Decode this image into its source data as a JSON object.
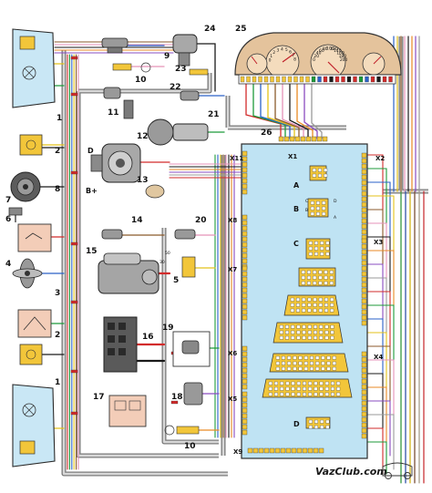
{
  "diagram": {
    "components": [
      {
        "id": "c1a",
        "num": "1"
      },
      {
        "id": "c1b",
        "num": "1"
      },
      {
        "id": "c2a",
        "num": "2"
      },
      {
        "id": "c2b",
        "num": "2"
      },
      {
        "id": "c3",
        "num": "3"
      },
      {
        "id": "c4",
        "num": "4"
      },
      {
        "id": "c5",
        "num": "5"
      },
      {
        "id": "c6",
        "num": "6"
      },
      {
        "id": "c7",
        "num": "7"
      },
      {
        "id": "c8",
        "num": "8"
      },
      {
        "id": "c9",
        "num": "9"
      },
      {
        "id": "c10a",
        "num": "10"
      },
      {
        "id": "c10b",
        "num": "10"
      },
      {
        "id": "c11",
        "num": "11"
      },
      {
        "id": "c12",
        "num": "12"
      },
      {
        "id": "c13",
        "num": "13"
      },
      {
        "id": "c14",
        "num": "14"
      },
      {
        "id": "c15",
        "num": "15"
      },
      {
        "id": "c16",
        "num": "16"
      },
      {
        "id": "c17",
        "num": "17"
      },
      {
        "id": "c18",
        "num": "18"
      },
      {
        "id": "c19",
        "num": "19"
      },
      {
        "id": "c20",
        "num": "20"
      },
      {
        "id": "c21",
        "num": "21"
      },
      {
        "id": "c22",
        "num": "22"
      },
      {
        "id": "c23",
        "num": "23"
      },
      {
        "id": "c24",
        "num": "24"
      },
      {
        "id": "c25",
        "num": "25"
      },
      {
        "id": "c26",
        "num": "26"
      }
    ],
    "terminal_labels": {
      "D": "D",
      "Bplus": "B+",
      "B30": "30",
      "B50": "50"
    },
    "connectors": {
      "X1": "X1",
      "X2": "X2",
      "X3": "X3",
      "X4": "X4",
      "X5": "X5",
      "X6": "X6",
      "X7": "X7",
      "X8": "X8",
      "X9": "X9",
      "X11": "X11"
    },
    "block_letters": {
      "A": "A",
      "B": "B",
      "C": "C",
      "D": "D",
      "C_s": "C",
      "B_s": "B",
      "D_s": "D",
      "A_s": "A"
    },
    "watermark": "VazClub.com",
    "cluster_scale_speed": [
      "0",
      "20",
      "40",
      "60",
      "80",
      "100",
      "120",
      "140",
      "160",
      "180",
      "200"
    ],
    "cluster_scale_tacho": [
      "0",
      "1",
      "2",
      "3",
      "4",
      "5",
      "6",
      "7",
      "8"
    ]
  },
  "colors": {
    "harness": "#777777",
    "block": "#bfe3f3",
    "cluster": "#e2c09a",
    "relay": "#f3cdb8",
    "connector": "#f2c63a",
    "headlamp": "#c9e7f5",
    "wire_red": "#d22b2b",
    "wire_green": "#1c9a3a",
    "wire_blue": "#2a62c8",
    "wire_yellow": "#e3c21a",
    "wire_brown": "#8b5a2b",
    "wire_pink": "#e592b8",
    "wire_black": "#1a1a1a",
    "wire_orange": "#e98a24",
    "wire_violet": "#8a4cc0",
    "wire_white": "#eeeeee",
    "wire_gray": "#9a9a9a"
  }
}
